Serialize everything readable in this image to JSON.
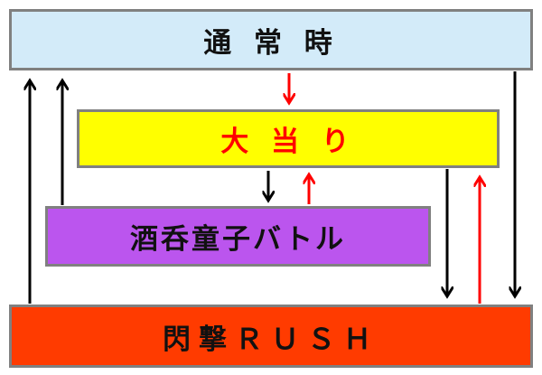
{
  "states": {
    "normal": "通 常 時",
    "jackpot": "大 当 り",
    "battle": "酒呑童子バトル",
    "rush": "閃撃ＲＵＳＨ"
  },
  "colors": {
    "normal_fill": "#d3ebf9",
    "jackpot_fill": "#ffff00",
    "jackpot_text": "#ff0000",
    "battle_fill": "#bb55ee",
    "rush_fill": "#ff3b00",
    "border": "#808080",
    "arrow_black": "#000000",
    "arrow_red": "#ff0000"
  },
  "transitions": [
    {
      "from": "normal",
      "to": "jackpot",
      "color": "red"
    },
    {
      "from": "jackpot",
      "to": "battle",
      "color": "black"
    },
    {
      "from": "battle",
      "to": "jackpot",
      "color": "red"
    },
    {
      "from": "battle",
      "to": "normal",
      "color": "black"
    },
    {
      "from": "rush",
      "to": "normal",
      "color": "black"
    },
    {
      "from": "jackpot",
      "to": "rush",
      "color": "black"
    },
    {
      "from": "rush",
      "to": "jackpot",
      "color": "red"
    },
    {
      "from": "normal",
      "to": "rush",
      "color": "black"
    }
  ]
}
